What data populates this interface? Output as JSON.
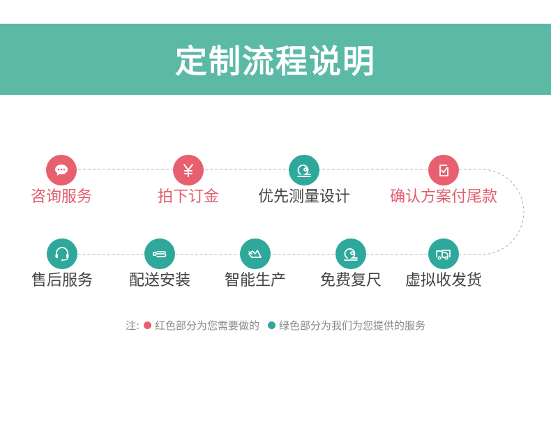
{
  "header": {
    "title": "定制流程说明"
  },
  "steps_row1": [
    {
      "label": "咨询服务",
      "icon": "chat-bubble-icon",
      "color": "red"
    },
    {
      "label": "拍下订金",
      "icon": "yen-icon",
      "color": "red"
    },
    {
      "label": "优先测量设计",
      "icon": "tape-measure-icon",
      "color": "green"
    },
    {
      "label": "确认方案付尾款",
      "icon": "checked-document-icon",
      "color": "red"
    }
  ],
  "steps_row2": [
    {
      "label": "售后服务",
      "icon": "headset-icon",
      "color": "green"
    },
    {
      "label": "配送安装",
      "icon": "wrench-icon",
      "color": "green"
    },
    {
      "label": "智能生产",
      "icon": "factory-tool-icon",
      "color": "green"
    },
    {
      "label": "免费复尺",
      "icon": "tape-measure-icon",
      "color": "green"
    },
    {
      "label": "虚拟收发货",
      "icon": "delivery-truck-icon",
      "color": "green"
    }
  ],
  "note": {
    "prefix": "注:",
    "red_text": "红色部分为您需要做的",
    "green_text": "绿色部分为我们为您提供的服务"
  },
  "colors": {
    "banner": "#5bb9a6",
    "red": "#e8606f",
    "green": "#2fa89c"
  }
}
